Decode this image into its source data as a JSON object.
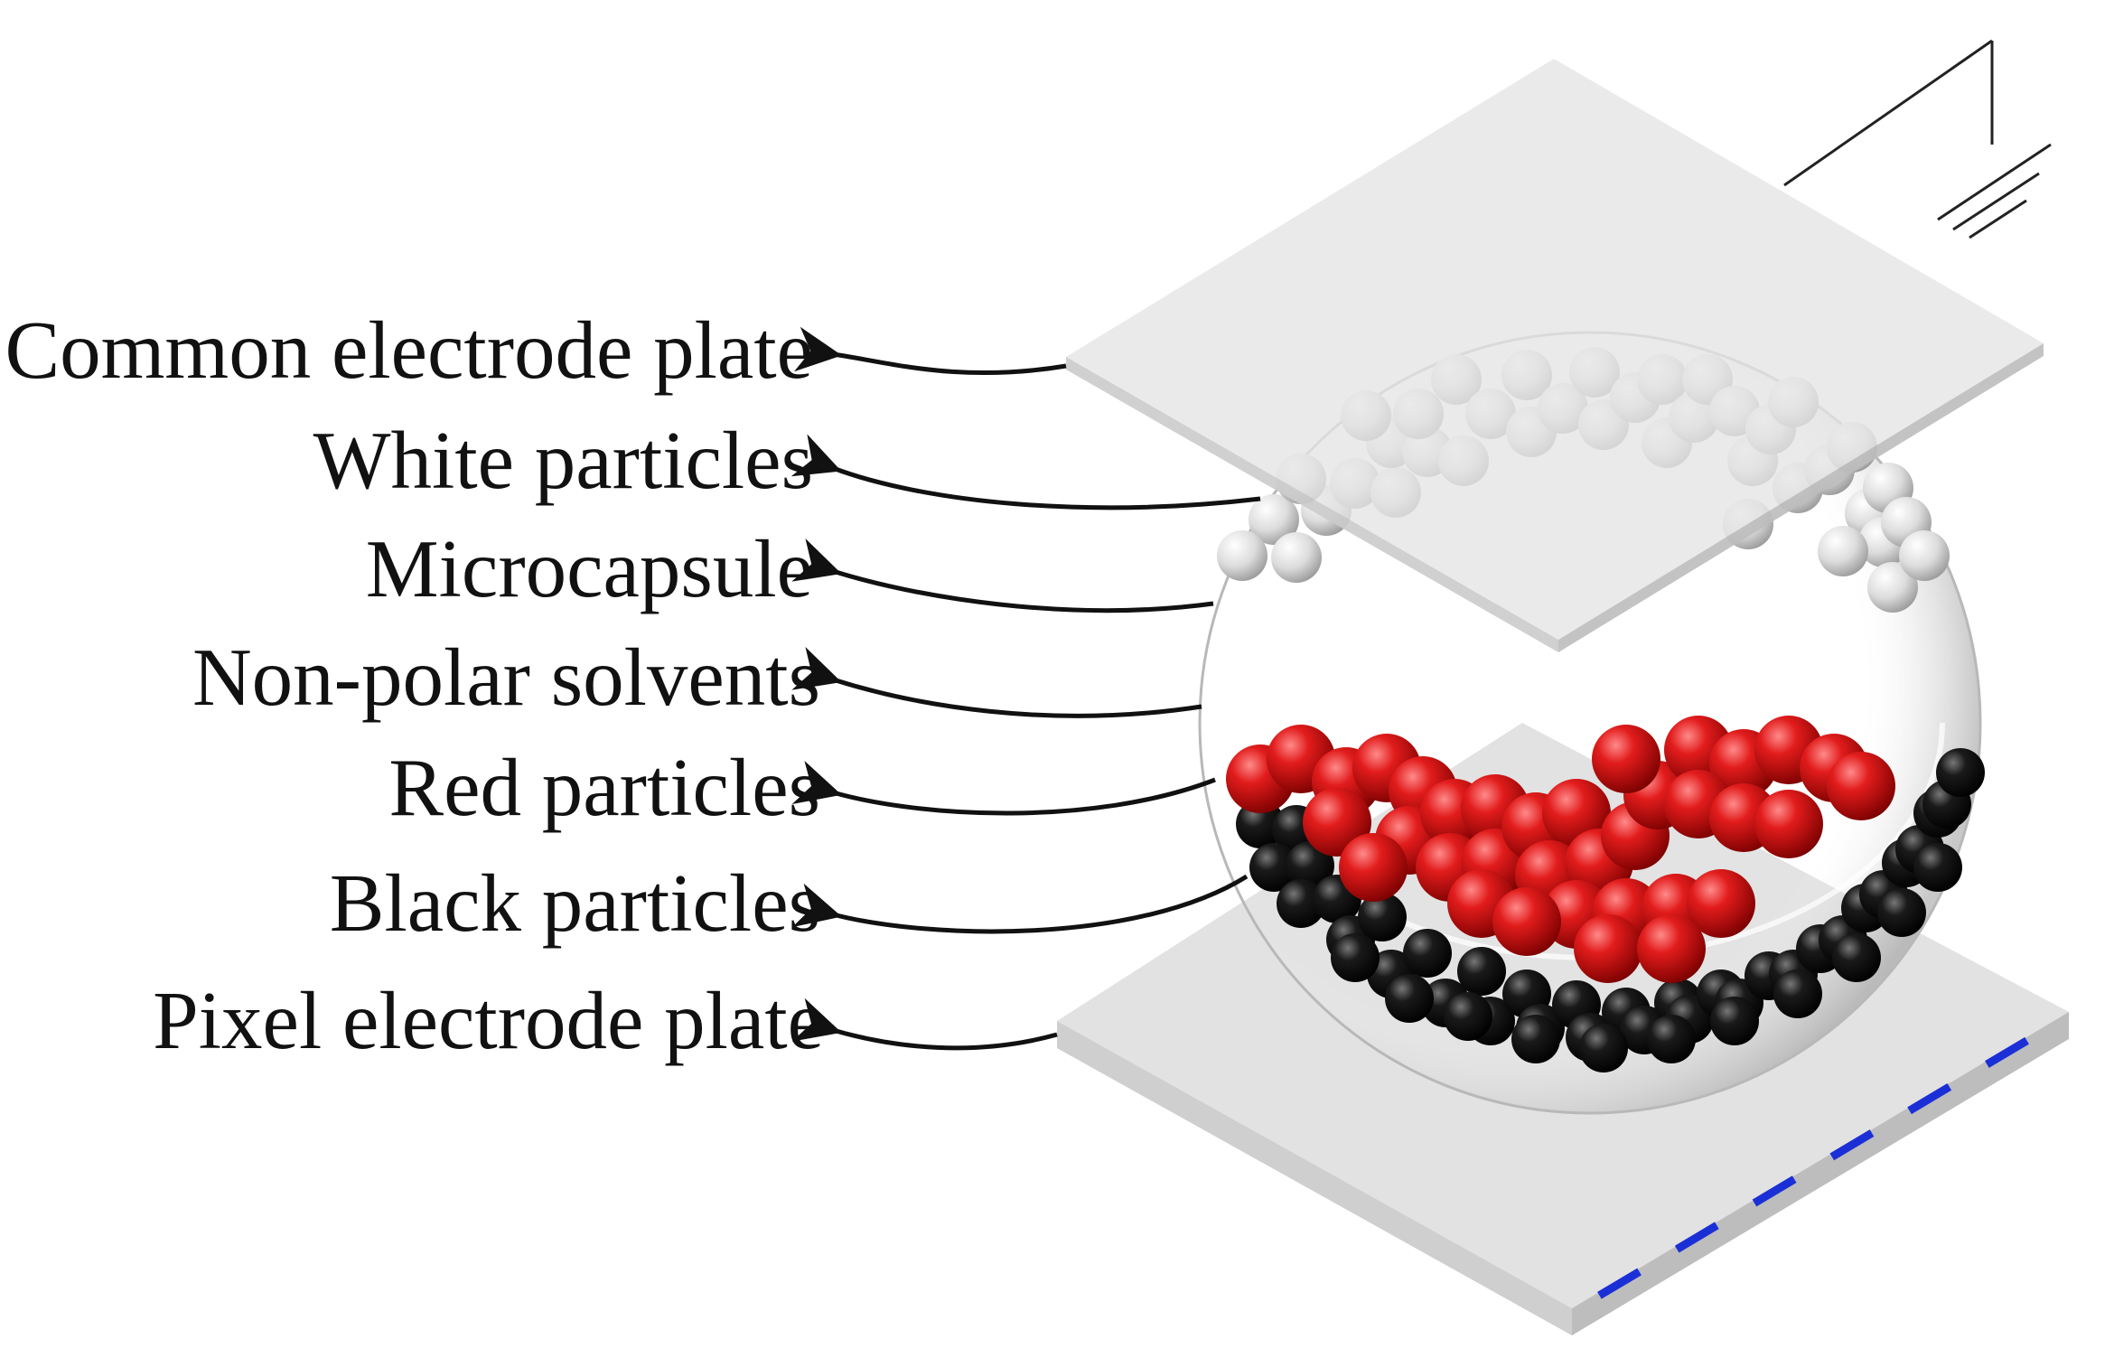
{
  "labels": [
    "Common electrode plate",
    "White particles",
    "Microcapsule",
    "Non-polar solvents",
    "Red particles",
    "Black particles",
    "Pixel electrode plate"
  ],
  "colors": {
    "plate_top": "#e2e2e2",
    "plate_side": "#c4c4c4",
    "white_particle": "#d8d8d8",
    "red_particle": "#cc1111",
    "black_particle": "#111111",
    "pixel_electrode_dash": "#1b2fd6",
    "line": "#111111"
  },
  "icons": [
    "ground-symbol-icon",
    "arrow-icon"
  ]
}
